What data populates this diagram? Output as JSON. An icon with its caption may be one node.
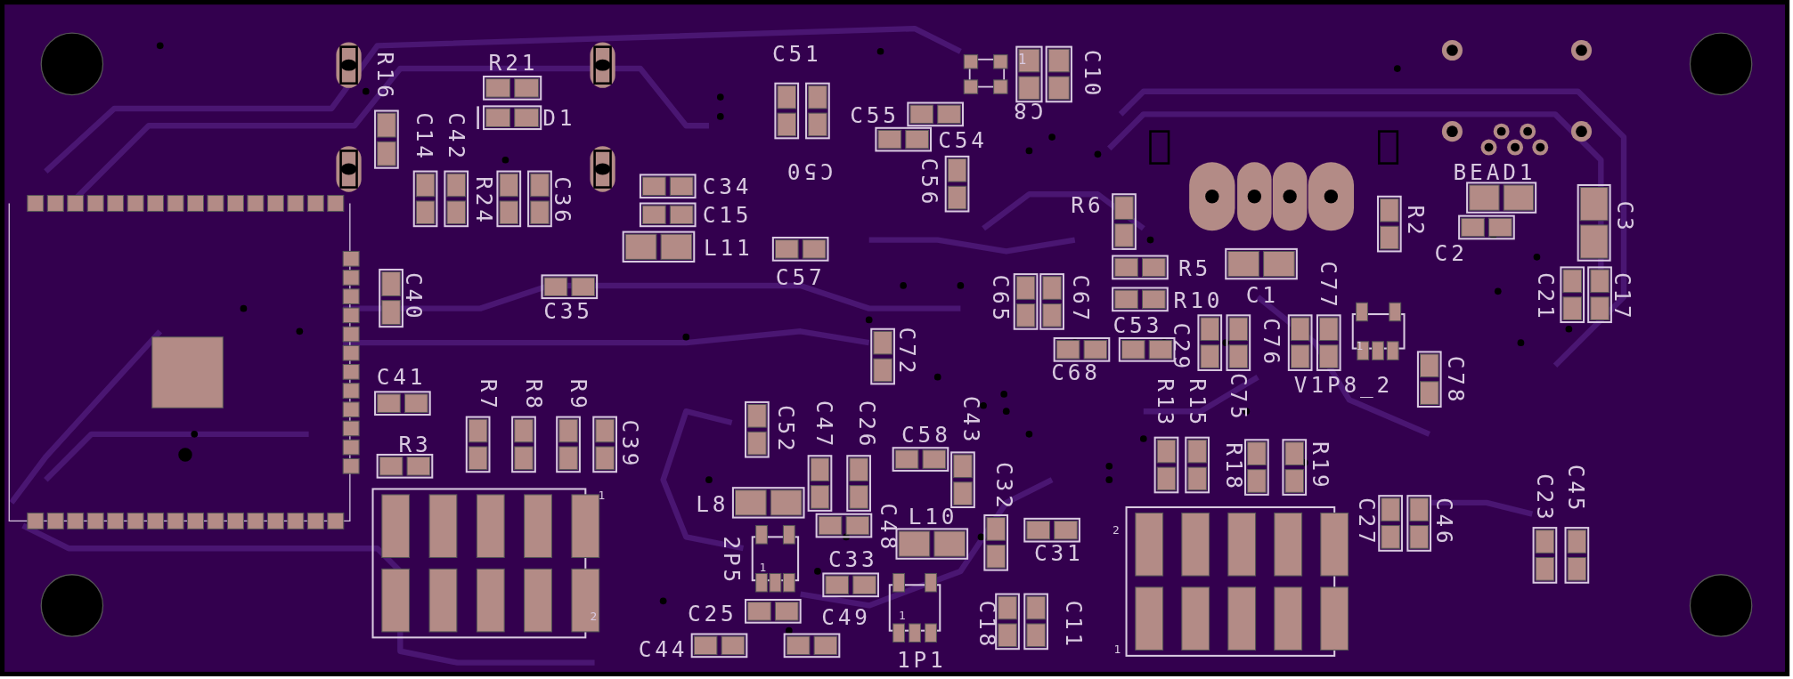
{
  "diagram": {
    "labels": [
      "C51",
      "R21",
      "R16",
      "C10",
      "1",
      "C8",
      "D1",
      "C55",
      "C54",
      "C14",
      "C42",
      "R24",
      "C36",
      "C50",
      "C56",
      "C34",
      "C15",
      "BEAD1",
      "R6",
      "C3",
      "R2",
      "C2",
      "L11",
      "C57",
      "R5",
      "C1",
      "C77",
      "C21",
      "C17",
      "C65",
      "C67",
      "C35",
      "C40",
      "R10",
      "C53",
      "C29",
      "C76",
      "C72",
      "C68",
      "C41",
      "R13",
      "R15",
      "C75",
      "V1P8_2",
      "1",
      "C78",
      "R7",
      "R8",
      "R9",
      "C52",
      "C47",
      "C26",
      "C58",
      "C43",
      "R3",
      "C39",
      "R18",
      "R19",
      "1",
      "C32",
      "L8",
      "C48",
      "L10",
      "2",
      "C45",
      "C23",
      "C27",
      "C46",
      "2P5",
      "C33",
      "C31",
      "1",
      "2",
      "C25",
      "C49",
      "1",
      "C18",
      "C11",
      "C44",
      "1P1",
      "1"
    ]
  }
}
